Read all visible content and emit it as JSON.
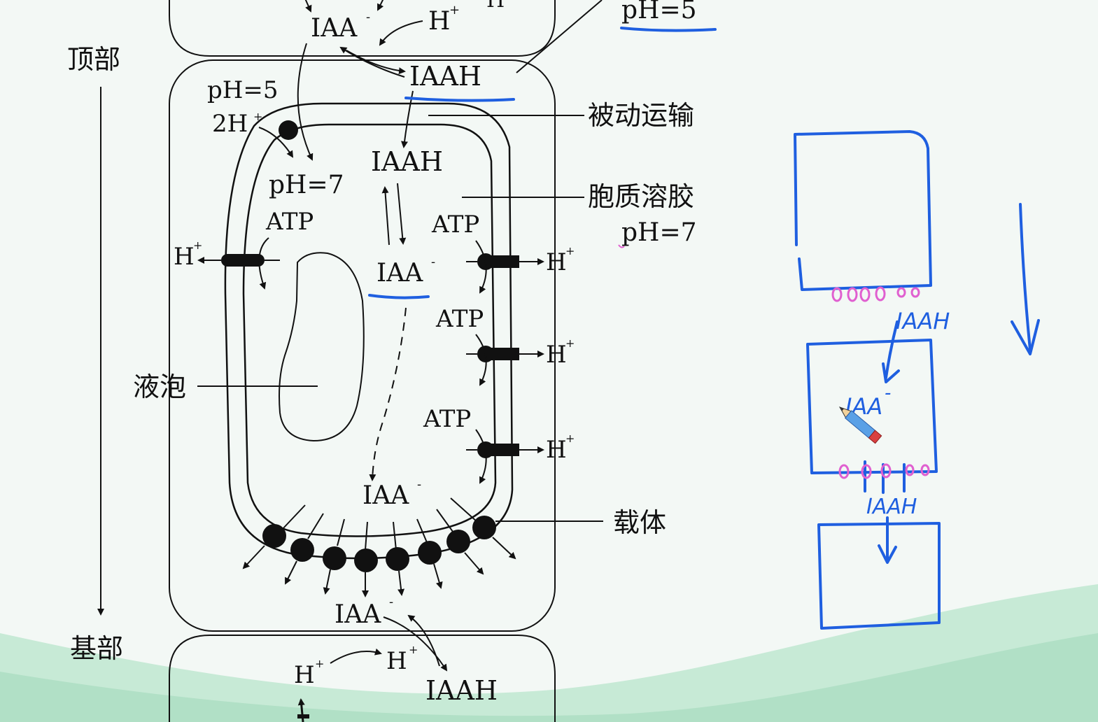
{
  "colors": {
    "ink": "#111111",
    "annotation": "#1f5fe0",
    "marker": "#e060d0",
    "background_top": "#f3f8f5",
    "background_wave": "#bfe6cf"
  },
  "diagram": {
    "axis": {
      "top_label": "顶部",
      "bottom_label": "基部"
    },
    "top_cell": {
      "iaa_minus": "IAA",
      "h_plus": "H",
      "minus": "-",
      "plus": "+"
    },
    "wall": {
      "ph5_callout": "pH=5",
      "ph5_left": "pH=5",
      "iaah": "IAAH",
      "two_h": "2H",
      "plus": "+",
      "passive_label": "被动运输"
    },
    "cytosol": {
      "ph7": "pH=7",
      "iaah": "IAAH",
      "iaa_minus": "IAA",
      "minus": "-",
      "label": "胞质溶胶",
      "label_ph": "pH=7"
    },
    "pumps": {
      "atp": "ATP",
      "h_plus": "H",
      "plus": "+"
    },
    "vacuole": {
      "label": "液泡"
    },
    "bottom": {
      "iaa_minus_inner": "IAA",
      "iaa_minus_outer": "IAA",
      "minus": "-",
      "carrier_label": "载体"
    },
    "bottom_cell": {
      "h_plus_1": "H",
      "h_plus_2": "H",
      "plus": "+",
      "iaah": "IAAH"
    }
  },
  "sketch": {
    "iaah_top": "IAAH",
    "iaa_minus": "IAA",
    "minus": "-",
    "iaah_bottom": "IAAH",
    "arrow_icon": "down-arrow-icon",
    "pen_icon": "pencil-icon"
  }
}
